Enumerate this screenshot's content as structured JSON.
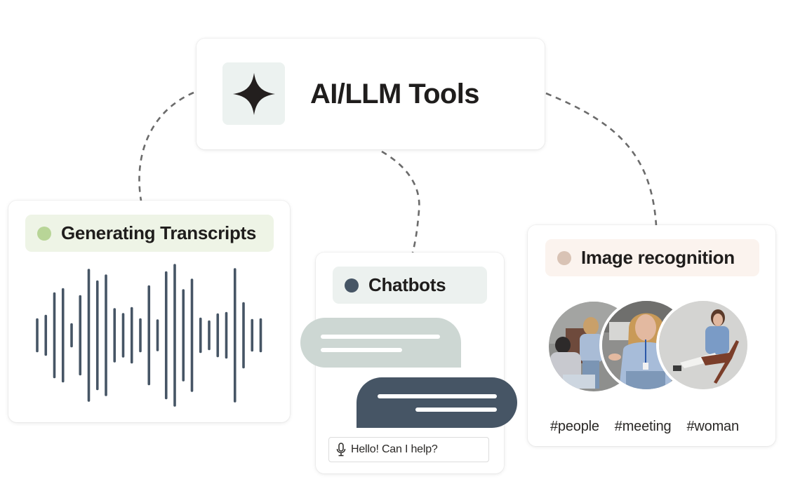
{
  "hub": {
    "title": "AI/LLM Tools",
    "icon": "sparkle-four-point-star-icon"
  },
  "transcripts": {
    "label": "Generating Transcripts",
    "dot_color": "#b8d597",
    "pill_color": "#eef4e6",
    "wave_color": "#465565",
    "wave_bar_amplitudes": [
      45,
      55,
      119,
      131,
      31,
      111,
      186,
      153,
      170,
      74,
      60,
      77,
      45,
      139,
      42,
      179,
      200,
      128,
      158,
      47,
      39,
      59,
      63,
      188,
      91,
      43,
      45
    ]
  },
  "chatbots": {
    "label": "Chatbots",
    "dot_color": "#465565",
    "pill_color": "#ecf1ef",
    "incoming_bubble_color": "#cdd7d3",
    "outgoing_bubble_color": "#465565",
    "input": {
      "icon": "microphone-icon",
      "value": "Hello! Can I help?"
    }
  },
  "image_recognition": {
    "label": "Image recognition",
    "dot_color": "#d9c3b5",
    "pill_color": "#fbf3ee",
    "photos": [
      {
        "alt": "group meeting photo"
      },
      {
        "alt": "smiling woman presenting photo"
      },
      {
        "alt": "woman sitting on chair photo"
      }
    ],
    "tags": [
      "#people",
      "#meeting",
      "#woman"
    ]
  }
}
